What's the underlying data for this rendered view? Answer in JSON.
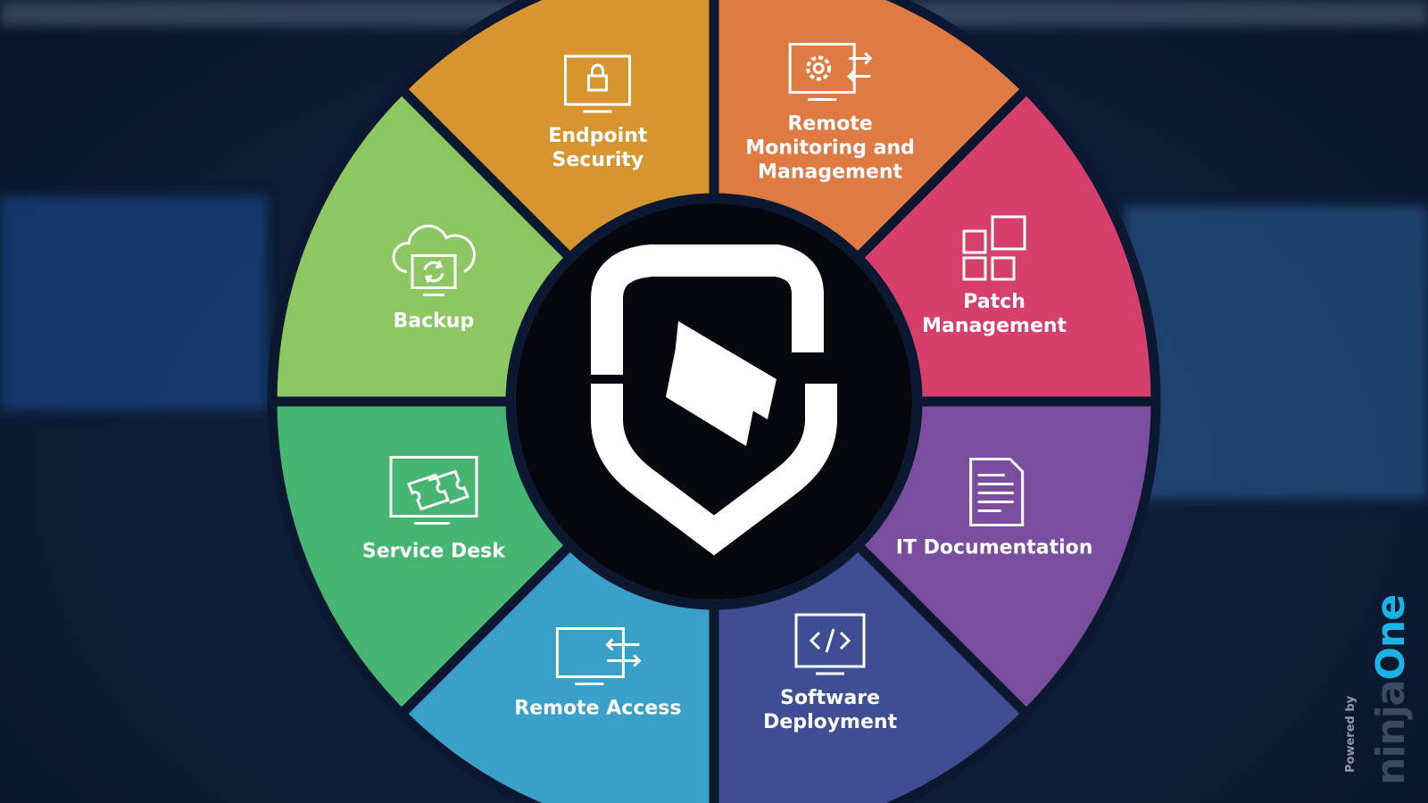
{
  "center_logo": "shield-s-logo",
  "segments": [
    {
      "label": "Remote\nMonitoring and\nManagement",
      "icon": "monitor-gear-arrows-icon",
      "color": "#e07a45"
    },
    {
      "label": "Patch\nManagement",
      "icon": "grid-squares-icon",
      "color": "#d43f6c"
    },
    {
      "label": "IT Documentation",
      "icon": "document-icon",
      "color": "#7a4e9f"
    },
    {
      "label": "Software\nDeployment",
      "icon": "code-monitor-icon",
      "color": "#3f4d92"
    },
    {
      "label": "Remote Access",
      "icon": "monitor-arrows-icon",
      "color": "#39a0c8"
    },
    {
      "label": "Service Desk",
      "icon": "ticket-monitor-icon",
      "color": "#46b574"
    },
    {
      "label": "Backup",
      "icon": "cloud-sync-icon",
      "color": "#8dc764"
    },
    {
      "label": "Endpoint\nSecurity",
      "icon": "monitor-lock-icon",
      "color": "#d6952f"
    }
  ],
  "branding": {
    "powered_by": "Powered by",
    "brand_a": "ninja",
    "brand_b": "One",
    "accent": "#19b3e6"
  }
}
